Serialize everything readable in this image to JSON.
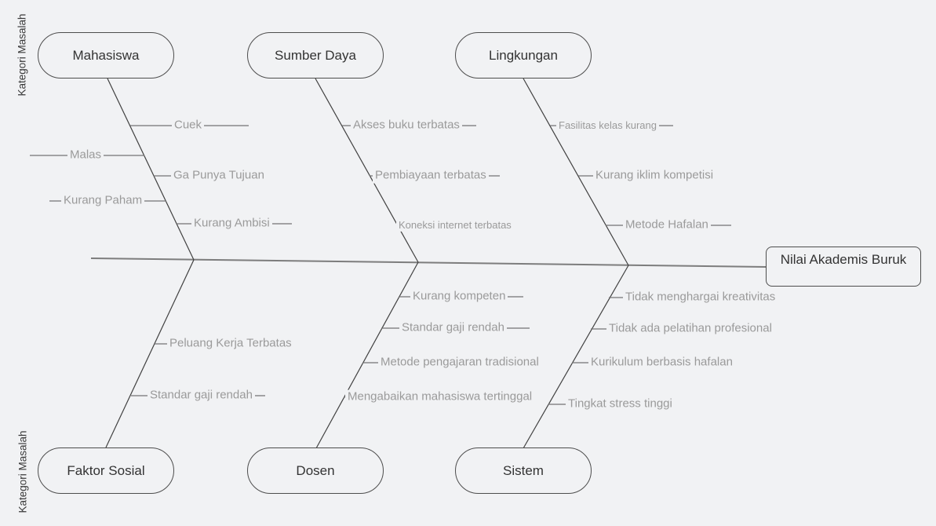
{
  "diagram": {
    "type": "fishbone",
    "effect": {
      "label": "Nilai Akademis Buruk"
    },
    "side_labels": {
      "top": "Kategori Masalah",
      "bottom": "Kategori Masalah"
    },
    "bones": [
      {
        "category": "Mahasiswa",
        "position": "top",
        "causes": [
          "Cuek",
          "Malas",
          "Ga Punya Tujuan",
          "Kurang Paham",
          "Kurang Ambisi"
        ]
      },
      {
        "category": "Sumber Daya",
        "position": "top",
        "causes": [
          "Akses buku terbatas",
          "Pembiayaan terbatas",
          "Koneksi internet terbatas"
        ]
      },
      {
        "category": "Lingkungan",
        "position": "top",
        "causes": [
          "Fasilitas kelas kurang",
          "Kurang iklim kompetisi",
          "Metode Hafalan"
        ]
      },
      {
        "category": "Faktor Sosial",
        "position": "bottom",
        "causes": [
          "Peluang Kerja Terbatas",
          "Standar gaji rendah"
        ]
      },
      {
        "category": "Dosen",
        "position": "bottom",
        "causes": [
          "Kurang kompeten",
          "Standar gaji rendah",
          "Metode pengajaran tradisional",
          "Mengabaikan mahasiswa tertinggal"
        ]
      },
      {
        "category": "Sistem",
        "position": "bottom",
        "causes": [
          "Tidak menghargai kreativitas",
          "Tidak ada pelatihan profesional",
          "Kurikulum berbasis hafalan",
          "Tingkat stress tinggi"
        ]
      }
    ],
    "colors": {
      "canvas": "#f1f2f4",
      "spine": "#7d7d7d",
      "bone_line": "#404040",
      "tick_line": "#737373",
      "node_border": "#4d4d4d",
      "node_text": "#333333",
      "cause_text": "#9a9a9a"
    }
  }
}
